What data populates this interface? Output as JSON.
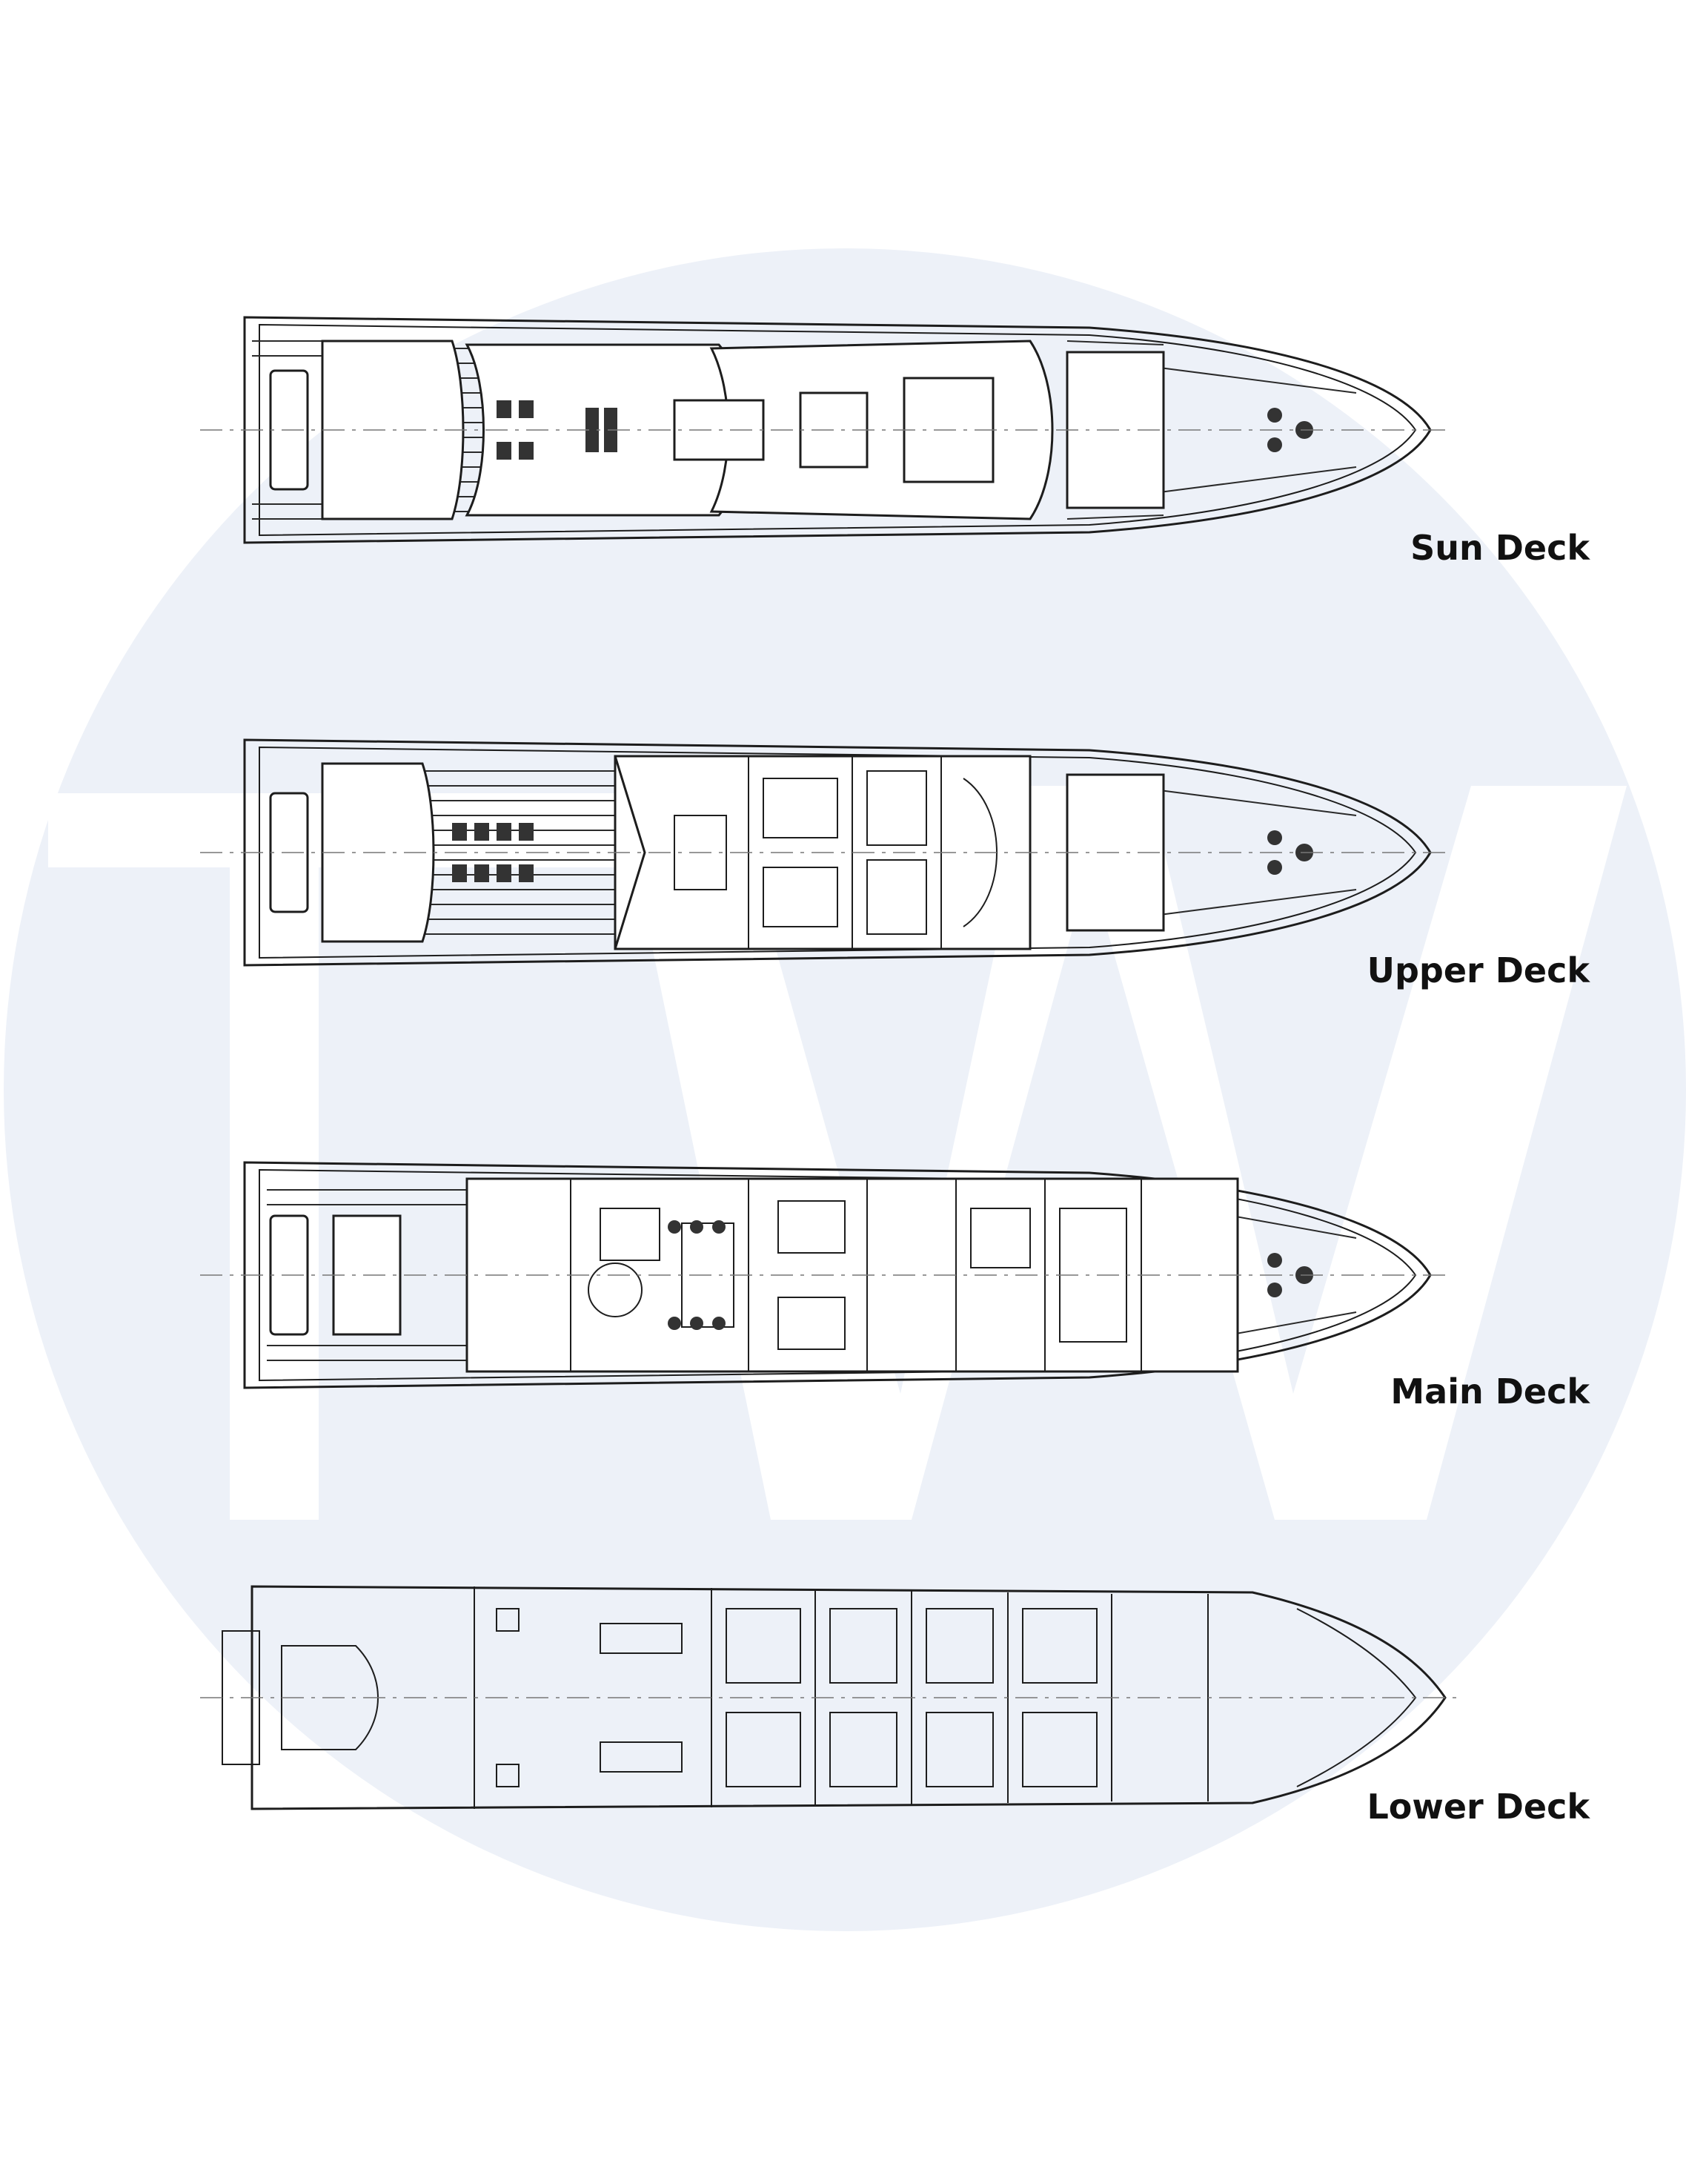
{
  "colors": {
    "watermark_disc": "#edf1f8",
    "watermark_letters": "#ffffff",
    "line": "#1d1d1d",
    "teak": "#2a2a2a"
  },
  "watermark": {
    "text": "TW"
  },
  "decks": [
    {
      "id": "sun",
      "label": "Sun Deck"
    },
    {
      "id": "upper",
      "label": "Upper Deck"
    },
    {
      "id": "main",
      "label": "Main Deck"
    },
    {
      "id": "lower",
      "label": "Lower Deck"
    }
  ]
}
